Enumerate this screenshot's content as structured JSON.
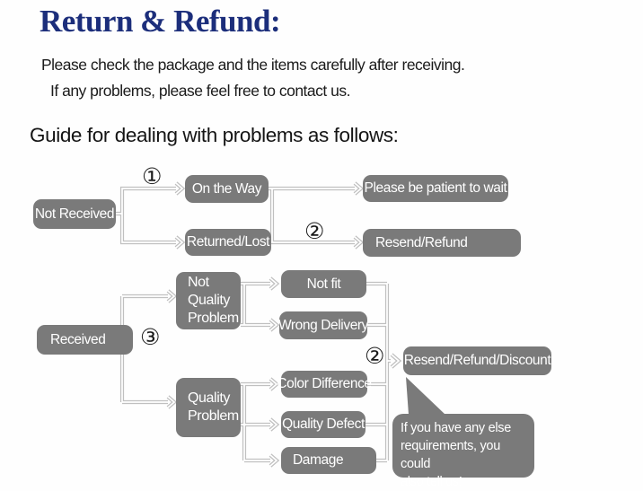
{
  "header": {
    "title": "Return & Refund:",
    "subtitle_line1": "Please check the package and the items carefully after receiving.",
    "subtitle_line2": "If any problems, please feel free to contact us.",
    "guide_heading": "Guide for dealing with problems as follows:"
  },
  "steps": {
    "step1": "①",
    "step2_top": "②",
    "step3": "③",
    "step2_bottom": "②"
  },
  "nodes": {
    "not_received": "Not Received",
    "on_the_way": "On the Way",
    "returned_lost": "Returned/Lost",
    "please_be_patient": "Please be patient to wait",
    "resend_refund": "Resend/Refund",
    "received": "Received",
    "not_quality_problem": "Not\nQuality\nProblem",
    "not_fit": "Not fit",
    "wrong_delivery": "Wrong Delivery",
    "quality_problem": "Quality\nProblem",
    "color_difference": "Color Difference",
    "quality_defect": "Quality Defect",
    "damage": "Damage",
    "resend_refund_discount": "Resend/Refund/Discount",
    "note_bubble": "If you have any else\nrequirements, you could\nalso tell us!"
  },
  "colors": {
    "title_navy": "#1c2e7b",
    "node_gray": "#7a7a7a",
    "node_text": "#ffffff",
    "connector_gray": "#c0c0c0",
    "body_text": "#1b1b1b"
  }
}
